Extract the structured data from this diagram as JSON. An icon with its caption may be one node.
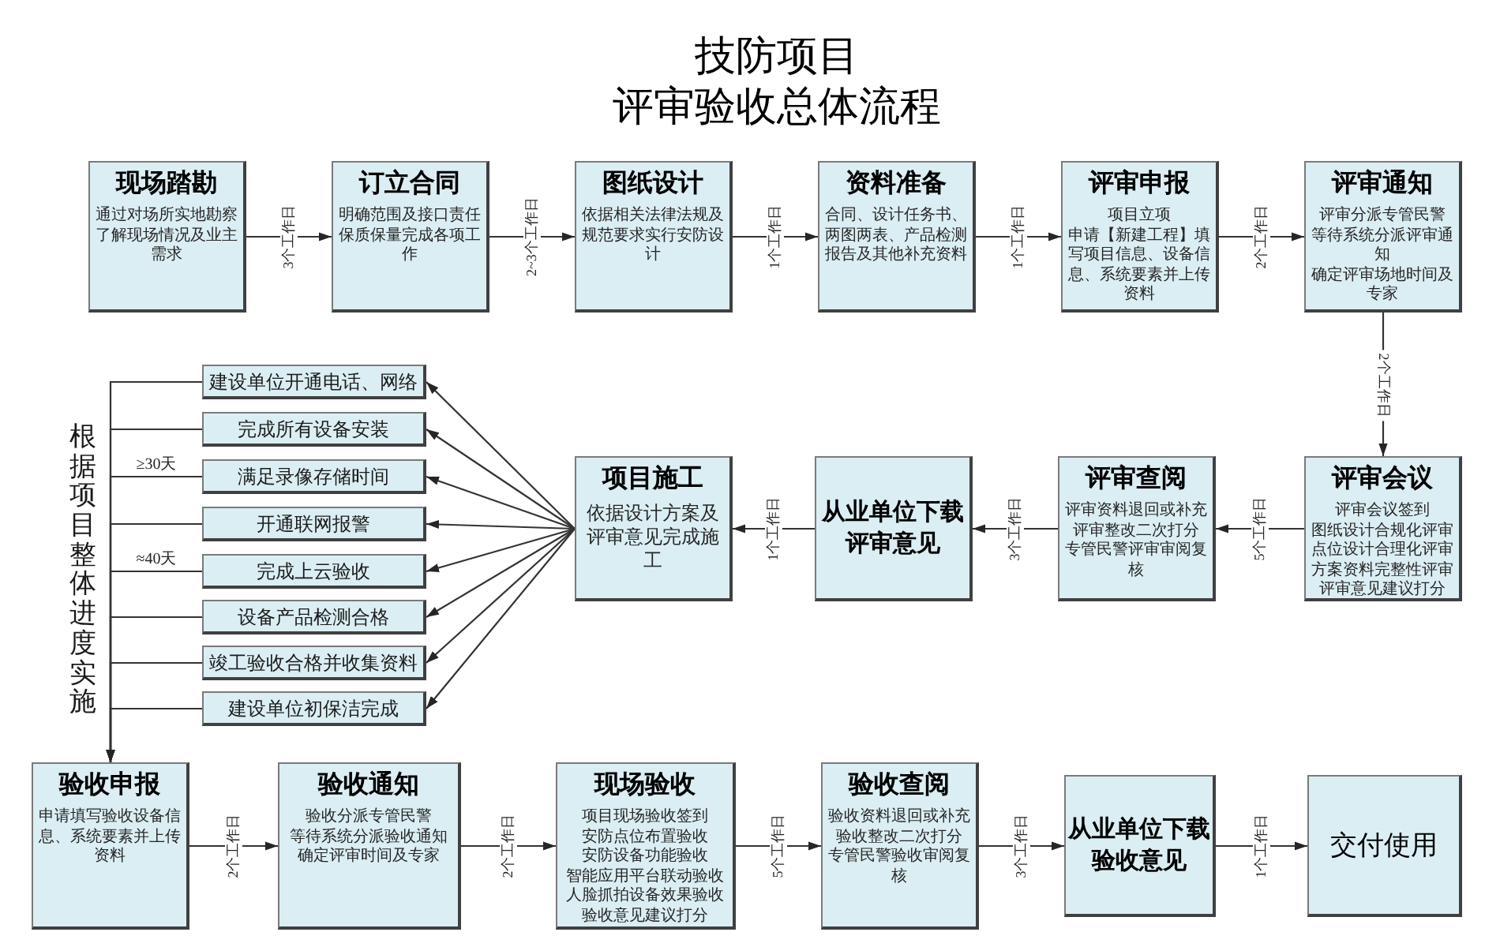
{
  "diagram": {
    "title": "技防项目评审验收总体流程",
    "nodes": [
      {
        "text": [
          "现场踏勘",
          "通过对场所实地勘察了解现场情况及业主需求"
        ]
      },
      {
        "text": [
          "订立合同",
          "明确范围及接口责任保质保量完成各项工作"
        ]
      },
      {
        "text": [
          "图纸设计",
          "依据相关法律法规及规范要求实行安防设计"
        ]
      },
      {
        "text": [
          "资料准备",
          "合同、设计任务书、两图两表、产品检测报告及其他补充资料"
        ]
      },
      {
        "text": [
          "评审申报",
          "项目立项",
          "申请【新建工程】填写项目信息、设备信息、系统要素并上传资料"
        ]
      },
      {
        "text": [
          "评审通知",
          "评审分派专管民警",
          "等待系统分派评审通知",
          "确定评审场地时间及专家"
        ]
      },
      {
        "text": [
          "评审会议",
          "评审会议签到",
          "图纸设计合规化评审",
          "点位设计合理化评审",
          "方案资料完整性评审",
          "评审意见建议打分"
        ]
      },
      {
        "text": [
          "评审查阅",
          "评审资料退回或补充",
          "评审整改二次打分",
          "专管民警评审审阅复核"
        ]
      },
      {
        "text": [
          "从业单位下载评审意见"
        ]
      },
      {
        "text": [
          "项目施工",
          "依据设计方案及评审意见完成施工"
        ]
      },
      {
        "text": [
          "建设单位开通电话、网络"
        ]
      },
      {
        "text": [
          "完成所有设备安装"
        ]
      },
      {
        "text": [
          "满足录像存储时间"
        ]
      },
      {
        "text": [
          "开通联网报警"
        ]
      },
      {
        "text": [
          "完成上云验收"
        ]
      },
      {
        "text": [
          "设备产品检测合格"
        ]
      },
      {
        "text": [
          "竣工验收合格并收集资料"
        ]
      },
      {
        "text": [
          "建设单位初保洁完成"
        ]
      },
      {
        "text": [
          "验收申报",
          "申请填写验收设备信息、系统要素并上传资料"
        ]
      },
      {
        "text": [
          "验收通知",
          "验收分派专管民警",
          "等待系统分派验收通知",
          "确定评审时间及专家"
        ]
      },
      {
        "text": [
          "现场验收",
          "项目现场验收签到",
          "安防点位布置验收",
          "安防设备功能验收",
          "智能应用平台联动验收",
          "人脸抓拍设备效果验收",
          "验收意见建议打分"
        ]
      },
      {
        "text": [
          "验收查阅",
          "验收资料退回或补充",
          "验收整改二次打分",
          "专管民警验收审阅复核"
        ]
      },
      {
        "text": [
          "从业单位下载验收意见"
        ]
      },
      {
        "text": [
          "交付使用"
        ]
      }
    ],
    "edges": [
      {
        "from": 0,
        "to": 1,
        "arrow": "to",
        "label": "3个工作日"
      },
      {
        "from": 1,
        "to": 2,
        "arrow": "to",
        "label": "2~3个工作日"
      },
      {
        "from": 2,
        "to": 3,
        "arrow": "to",
        "label": "1个工作日"
      },
      {
        "from": 3,
        "to": 4,
        "arrow": "to",
        "label": "1个工作日"
      },
      {
        "from": 4,
        "to": 5,
        "arrow": "to",
        "label": "2个工作日"
      },
      {
        "from": 5,
        "to": 6,
        "arrow": "to",
        "label": "2个工作日"
      },
      {
        "from": 6,
        "to": 7,
        "arrow": "to",
        "label": "5个工作日"
      },
      {
        "from": 7,
        "to": 8,
        "arrow": "to",
        "label": "3个工作日"
      },
      {
        "from": 8,
        "to": 9,
        "arrow": "to",
        "label": "1个工作日"
      },
      {
        "from": 9,
        "to": 10,
        "arrow": "to"
      },
      {
        "from": 9,
        "to": 11,
        "arrow": "to"
      },
      {
        "from": 9,
        "to": 12,
        "arrow": "to"
      },
      {
        "from": 9,
        "to": 13,
        "arrow": "to"
      },
      {
        "from": 9,
        "to": 14,
        "arrow": "to"
      },
      {
        "from": 9,
        "to": 15,
        "arrow": "to"
      },
      {
        "from": 9,
        "to": 16,
        "arrow": "to"
      },
      {
        "from": 9,
        "to": 17,
        "arrow": "to"
      },
      {
        "from": 10,
        "to": 18,
        "arrow": "to"
      },
      {
        "from": 11,
        "to": 18,
        "arrow": "to"
      },
      {
        "from": 12,
        "to": 18,
        "arrow": "to",
        "label": "≥30天"
      },
      {
        "from": 13,
        "to": 18,
        "arrow": "to"
      },
      {
        "from": 14,
        "to": 18,
        "arrow": "to",
        "label": "≈40天"
      },
      {
        "from": 15,
        "to": 18,
        "arrow": "to"
      },
      {
        "from": 16,
        "to": 18,
        "arrow": "to"
      },
      {
        "from": 17,
        "to": 18,
        "arrow": "to"
      },
      {
        "from": 18,
        "to": 19,
        "arrow": "to",
        "label": "2个工作日"
      },
      {
        "from": 19,
        "to": 20,
        "arrow": "to",
        "label": "2个工作日"
      },
      {
        "from": 20,
        "to": 21,
        "arrow": "to",
        "label": "5个工作日"
      },
      {
        "from": 21,
        "to": 22,
        "arrow": "to",
        "label": "3个工作日"
      },
      {
        "from": 22,
        "to": 23,
        "arrow": "to",
        "label": "1个工作日"
      }
    ],
    "labels": [
      "根据项目整体进度实施"
    ]
  }
}
